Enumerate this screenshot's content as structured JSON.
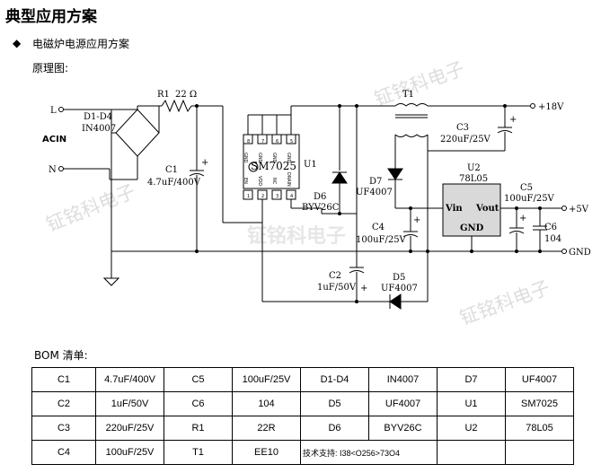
{
  "title": "典型应用方案",
  "bullet": "◆",
  "subtitle": "电磁炉电源应用方案",
  "schematic_label": "原理图:",
  "schematic": {
    "L": "L",
    "N": "N",
    "ACIN": "ACIN",
    "D1D4": "D1-D4",
    "D1D4_part": "IN4007",
    "R1": "R1",
    "R1_val": "22 Ω",
    "C1": "C1",
    "C1_val": "4.7uF/400V",
    "U1": "U1",
    "U1_part": "SM7025",
    "pins_top": [
      "GND",
      "GND",
      "GND",
      "GND"
    ],
    "pins_top_num": [
      "8",
      "7",
      "6",
      "5"
    ],
    "pins_bot": [
      "EN",
      "VDD",
      "NC",
      "DRAIN"
    ],
    "pins_bot_num": [
      "1",
      "2",
      "3",
      "4"
    ],
    "D6": "D6",
    "D6_part": "BYV26C",
    "T1": "T1",
    "D7": "D7",
    "D7_part": "UF4007",
    "C3": "C3",
    "C3_val": "220uF/25V",
    "out18": "+18V",
    "U2": "U2",
    "U2_part": "78L05",
    "vin": "Vin",
    "vout": "Vout",
    "gnd": "GND",
    "C4": "C4",
    "C4_val": "100uF/25V",
    "C5": "C5",
    "C5_val": "100uF/25V",
    "C6": "C6",
    "C6_val": "104",
    "out5": "+5V",
    "outgnd": "GND",
    "C2": "C2",
    "C2_val": "1uF/50V",
    "D5": "D5",
    "D5_part": "UF4007",
    "plus": "+",
    "watermark": "钲铭科电子"
  },
  "bom_title": "BOM 清单:",
  "bom_rows": [
    [
      "C1",
      "4.7uF/400V",
      "C5",
      "100uF/25V",
      "D1-D4",
      "IN4007",
      "D7",
      "UF4007"
    ],
    [
      "C2",
      "1uF/50V",
      "C6",
      "104",
      "D5",
      "UF4007",
      "U1",
      "SM7025"
    ],
    [
      "C3",
      "220uF/25V",
      "R1",
      "22R",
      "D6",
      "BYV26C",
      "U2",
      "78L05"
    ],
    [
      "C4",
      "100uF/25V",
      "T1",
      "EE10",
      "技术支持:  I38<O256>73O4",
      "",
      "",
      ""
    ]
  ]
}
